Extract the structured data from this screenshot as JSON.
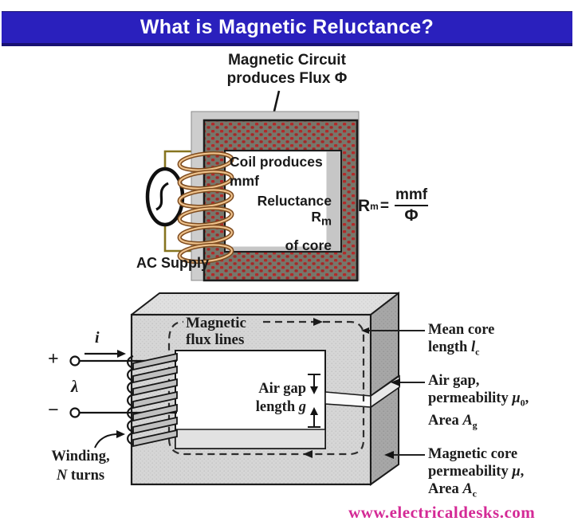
{
  "title": {
    "text": "What is Magnetic Reluctance?"
  },
  "colors": {
    "banner_bg": "#2a20bd",
    "banner_border": "#181173",
    "core_flux_bg": "#77776b",
    "flux_dot_red": "#b32929",
    "coil_wire": "#eec28c",
    "coil_outline": "#7d4a1e",
    "supply_wire": "#86741f",
    "footer_text": "#d42a96"
  },
  "top_figure": {
    "callout": {
      "line1": "Magnetic Circuit",
      "line2": "produces Flux Φ"
    },
    "coil_text": {
      "line1": "Coil produces",
      "line2": "mmf"
    },
    "reluctance": {
      "line1_main": "Reluctance R",
      "line1_sub": "m",
      "line2": "of core"
    },
    "ac_supply": "AC Supply",
    "formula": {
      "lhs": "R",
      "lhs_sub": "m",
      "eq": "=",
      "num": "mmf",
      "den": "Φ"
    }
  },
  "bottom_figure": {
    "flux_lines": {
      "line1": "Magnetic",
      "line2": "flux lines"
    },
    "current": "i",
    "plus": "+",
    "lambda": "λ",
    "minus": "−",
    "winding": {
      "line1": "Winding,",
      "line2_var": "N",
      "line2_rest": " turns"
    },
    "air_gap_dim": {
      "line1": "Air gap",
      "line2_pre": "length ",
      "line2_var": "g"
    },
    "mean_core": {
      "line1": "Mean core",
      "line2_pre": "length ",
      "line2_var": "l",
      "line2_sub": "c"
    },
    "air_gap": {
      "line1": "Air gap,",
      "line2_pre": "permeability ",
      "line2_var": "μ",
      "line2_sub": "0",
      "line2_post": ",",
      "line3_pre": "Area ",
      "line3_var": "A",
      "line3_sub": "g"
    },
    "magnetic_core": {
      "line1": "Magnetic core",
      "line2_pre": "permeability ",
      "line2_var": "μ",
      "line2_post": ",",
      "line3_pre": "Area ",
      "line3_var": "A",
      "line3_sub": "c"
    }
  },
  "footer": {
    "url": "www.electricaldesks.com"
  }
}
